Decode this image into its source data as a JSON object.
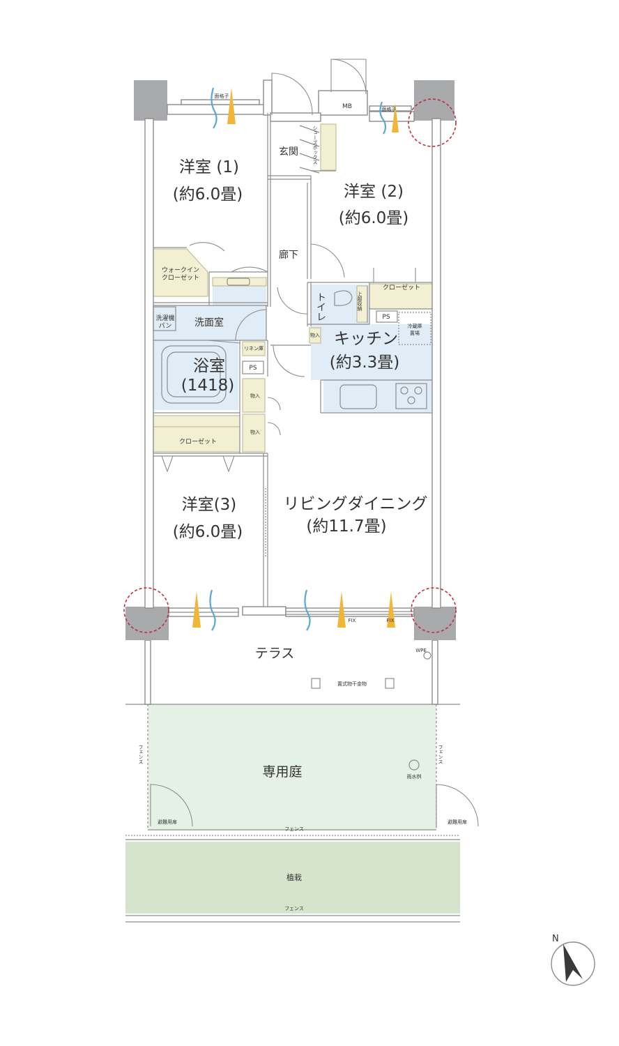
{
  "rooms": {
    "western1": {
      "name": "洋室 (1)",
      "size": "(約6.0畳)"
    },
    "western2": {
      "name": "洋室 (2)",
      "size": "(約6.0畳)"
    },
    "western3": {
      "name": "洋室(3)",
      "size": "(約6.0畳)"
    },
    "living": {
      "name": "リビングダイニング",
      "size": "(約11.7畳)"
    },
    "kitchen": {
      "name": "キッチン",
      "size": "(約3.3畳)"
    },
    "bath": {
      "name": "浴室",
      "size": "(1418)"
    },
    "washroom": "洗面室",
    "entrance": "玄関",
    "hallway": "廊下",
    "toilet": "トイレ",
    "terrace": "テラス",
    "garden": "専用庭",
    "planting": "植栽"
  },
  "labels": {
    "mb": "MB",
    "shoe_box": "シューズボックス",
    "walk_in_closet_1": "ウォークイン",
    "walk_in_closet_2": "クローゼット",
    "closet": "クローゼット",
    "closet_kitchen": "クローゼット",
    "washing_machine_1": "洗濯機",
    "washing_machine_2": "パン",
    "linen": "リネン庫",
    "ps": "PS",
    "ps_kitchen": "PS",
    "storage_1": "物入",
    "storage_2": "物入",
    "storage_3": "物入",
    "upper_storage": "上部収納",
    "fridge_1": "冷蔵庫",
    "fridge_2": "置場",
    "grille_1": "面格子",
    "grille_2": "面格子",
    "fix_1": "FIX",
    "fix_2": "FIX",
    "wpe": "WPE",
    "drying_hardware": "置式物干金物",
    "rain_basin": "雨水桝",
    "fence_left": "フェンス",
    "fence_right": "フェンス",
    "fence_mid": "フェンス",
    "fence_bottom": "フェンス",
    "evac_door_left": "避難用扉",
    "evac_door_right": "避難用扉",
    "north": "N"
  },
  "colors": {
    "wall": "#a9aaab",
    "storage_fill": "#f3efd2",
    "wet_area_fill": "#e1edf6",
    "garden_fill": "#e6f1e6",
    "planting_fill": "#d6e3cd",
    "highlight_circle": "#c8283c",
    "sun_marker": "#f1b53a",
    "wind_marker": "#5aa7d4"
  }
}
